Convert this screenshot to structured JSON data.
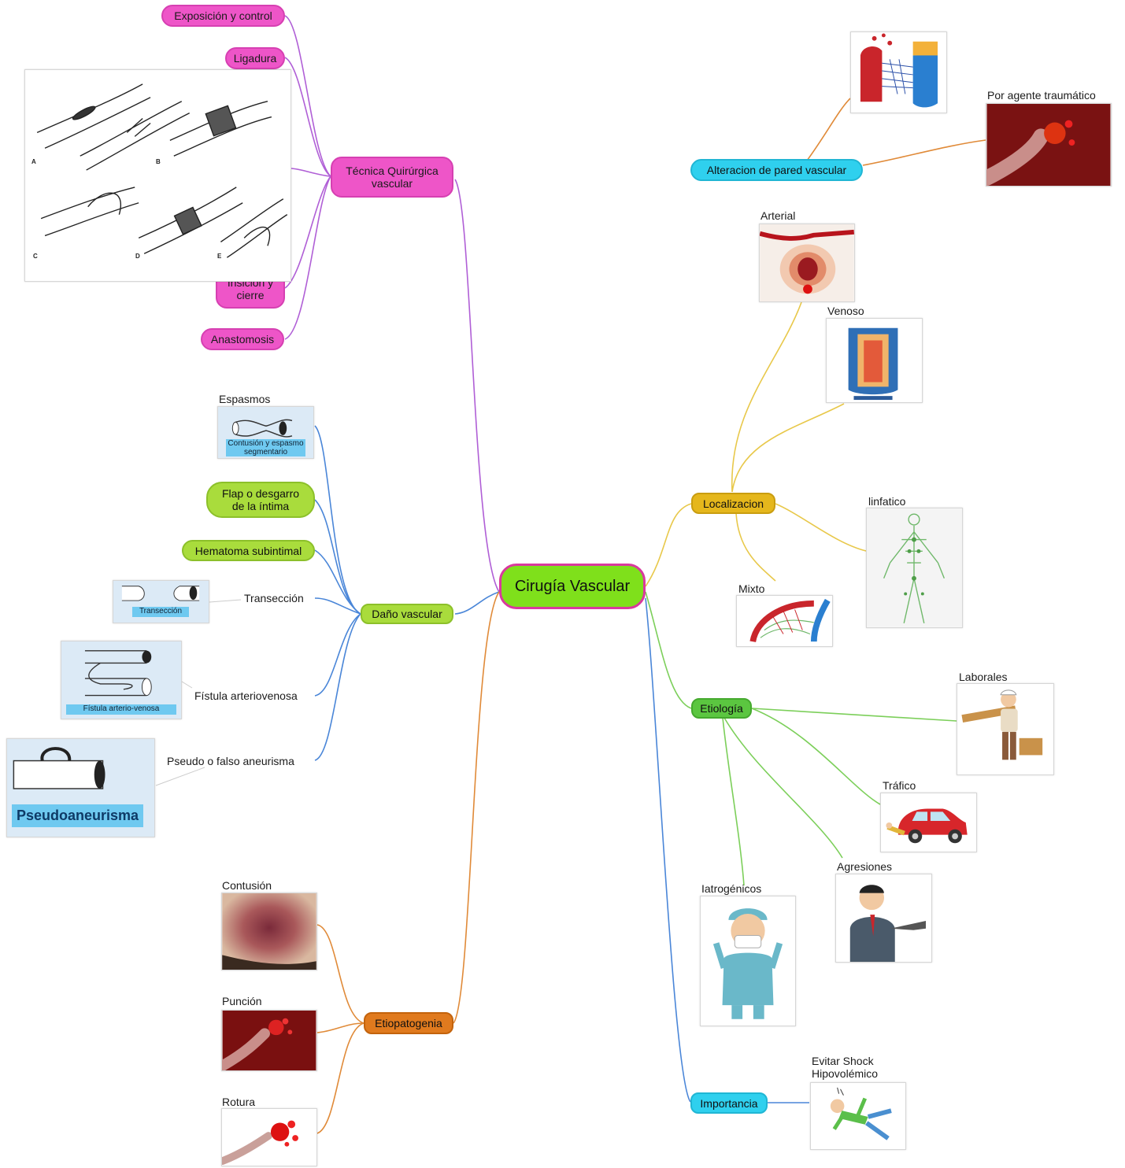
{
  "central": "Cirugía Vascular",
  "branches": {
    "tecnica": {
      "label": "Técnica Quirúrgica\nvascular",
      "items": [
        "Exposición y control",
        "Ligadura",
        "Insición y\ncierre",
        "Anastomosis"
      ],
      "figure_letters": [
        "A",
        "B",
        "C",
        "D",
        "E"
      ]
    },
    "dano": {
      "label": "Daño vascular",
      "items": {
        "espasmos": "Espasmos",
        "espasmos_caption": "Contusión y\nespasmo segmentario",
        "flap": "Flap o desgarro\nde la íntima",
        "hematoma": "Hematoma subintimal",
        "transeccion": "Transección",
        "transeccion_caption": "Transección",
        "fistula": "Fístula arteriovenosa",
        "fistula_caption": "Fístula arterio-venosa",
        "pseudo": "Pseudo o falso aneurisma",
        "pseudo_caption": "Pseudoaneurisma"
      }
    },
    "etiopatogenia": {
      "label": "Etiopatogenia",
      "items": [
        "Contusión",
        "Punción",
        "Rotura"
      ]
    },
    "alteracion": {
      "label": "Alteracion de pared vascular",
      "items": [
        "Por agente traumático"
      ]
    },
    "localizacion": {
      "label": "Localizacion",
      "items": [
        "Arterial",
        "Venoso",
        "linfatico",
        "Mixto"
      ]
    },
    "etiologia": {
      "label": "Etiología",
      "items": [
        "Laborales",
        "Tráfico",
        "Agresiones",
        "Iatrogénicos"
      ]
    },
    "importancia": {
      "label": "Importancia",
      "items": [
        "Evitar Shock\nHipovolémico"
      ]
    }
  },
  "colors": {
    "tecnica": "#b05fd6",
    "dano": "#4a86d8",
    "etiopatogenia": "#e08a38",
    "alteracion": "#e08a38",
    "localizacion": "#e8c84a",
    "etiologia": "#7ccf5a",
    "importancia": "#4a86d8"
  }
}
